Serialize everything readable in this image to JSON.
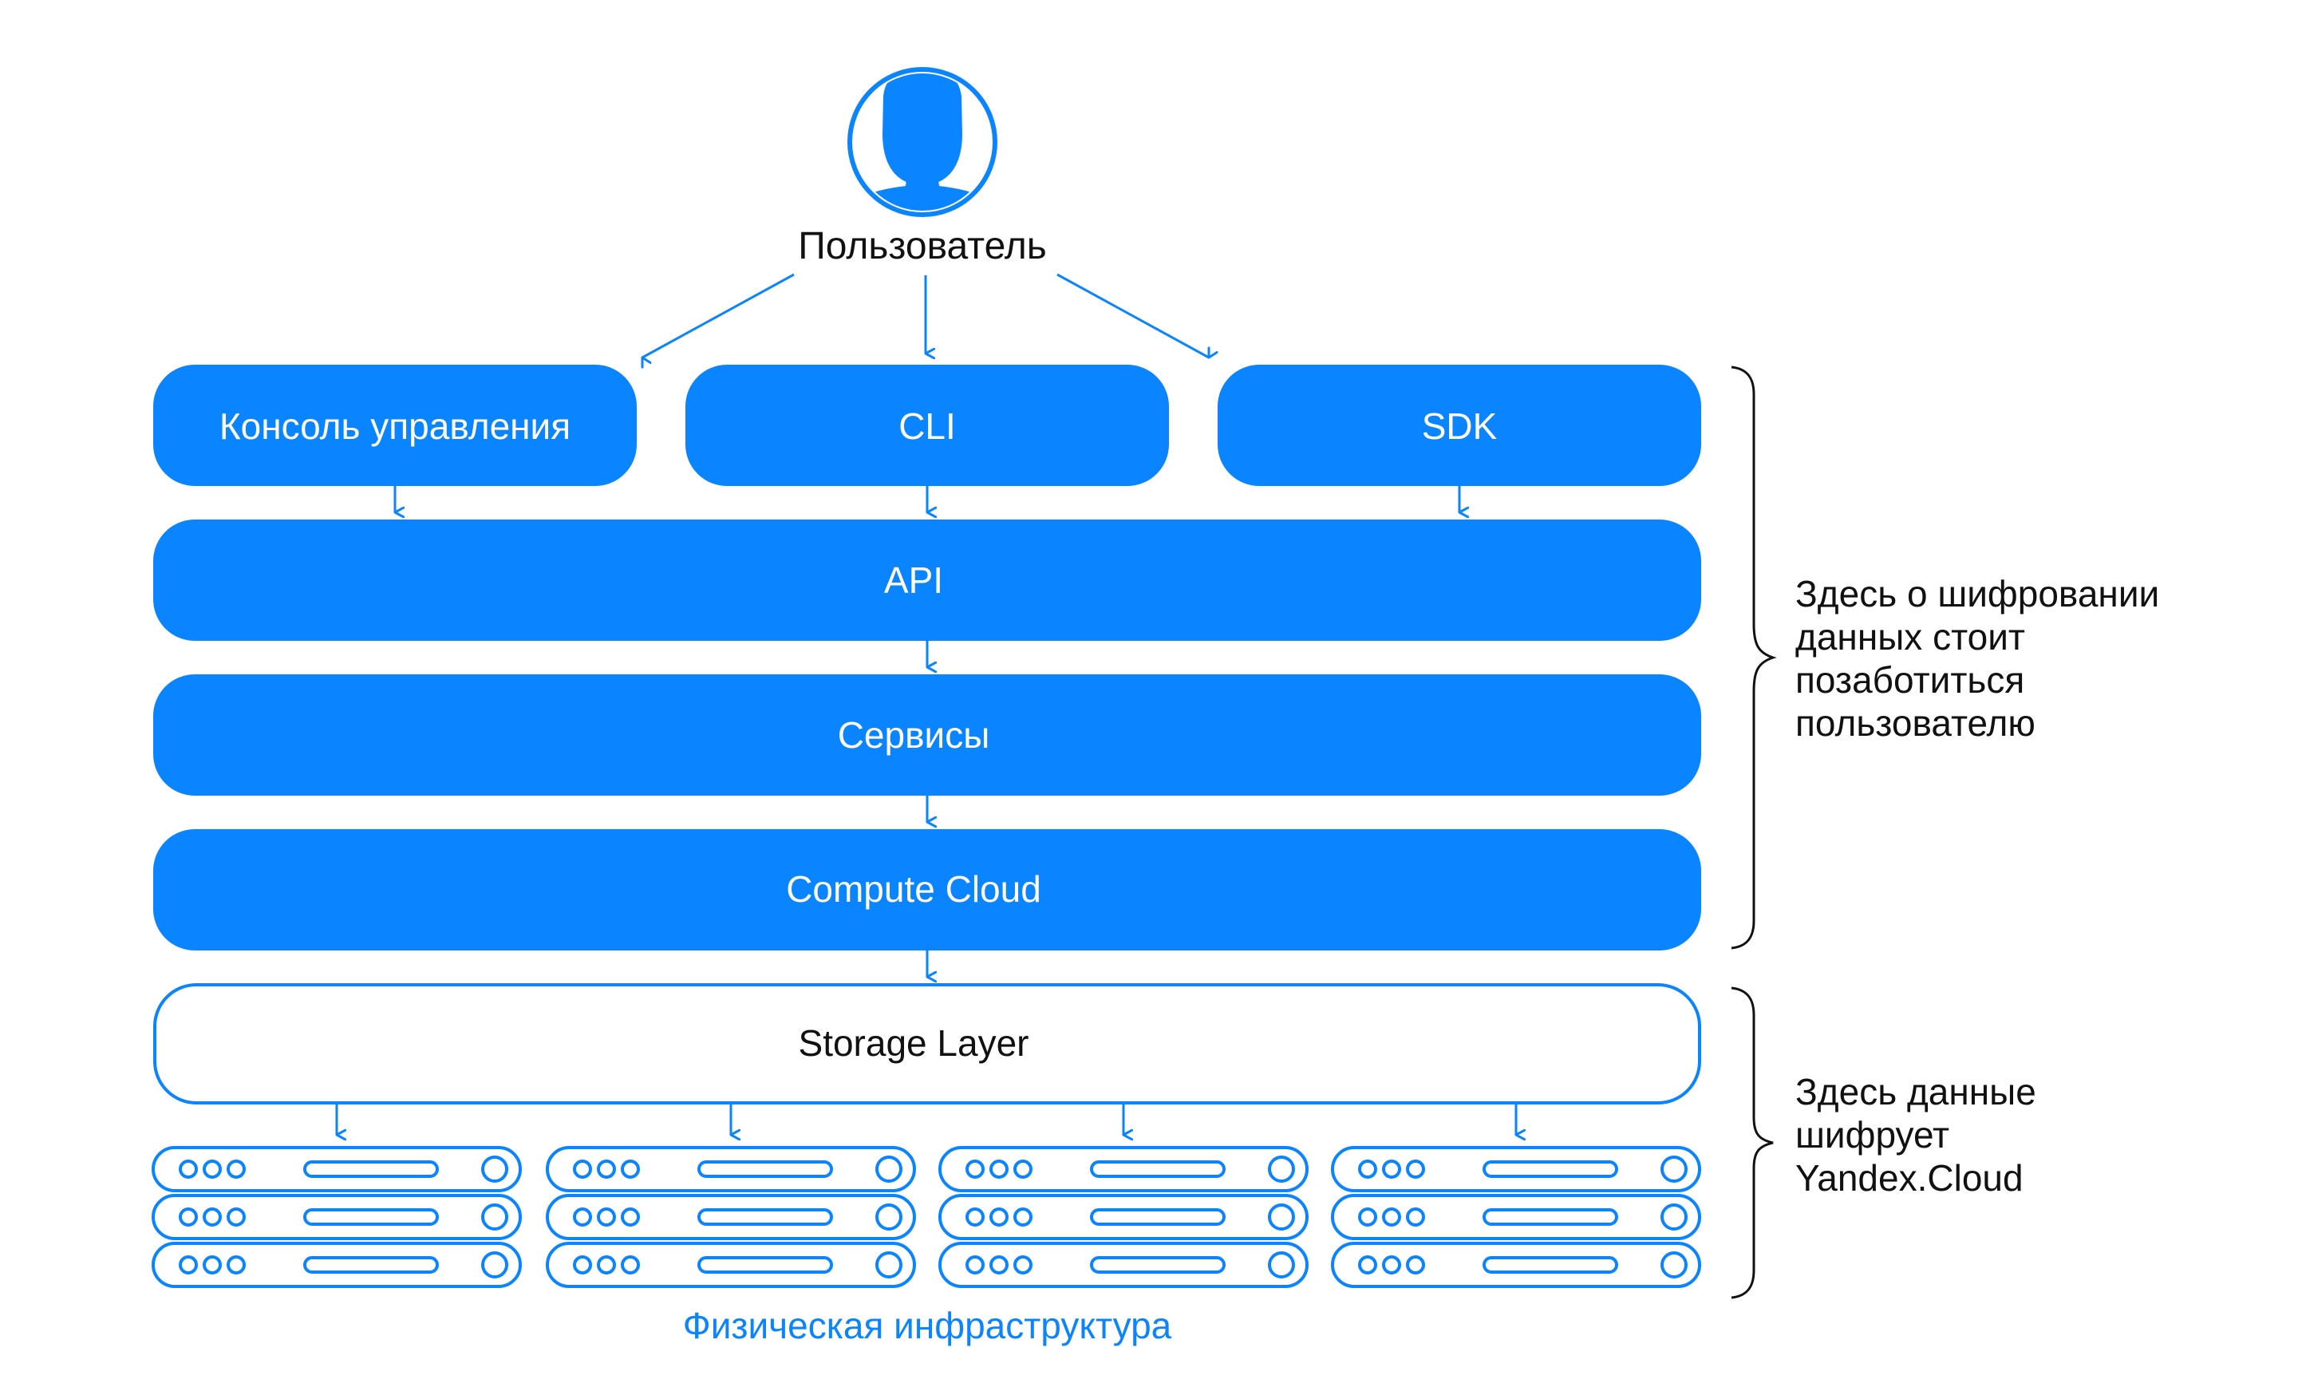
{
  "colors": {
    "primary": "#0a84ff",
    "text": "#111111",
    "background": "#ffffff"
  },
  "user": {
    "label": "Пользователь",
    "icon": "user-icon"
  },
  "clients": [
    {
      "label": "Консоль управления"
    },
    {
      "label": "CLI"
    },
    {
      "label": "SDK"
    }
  ],
  "layers": [
    {
      "label": "API"
    },
    {
      "label": "Сервисы"
    },
    {
      "label": "Compute Cloud"
    }
  ],
  "storage": {
    "label": "Storage Layer"
  },
  "infrastructure": {
    "label": "Физическая инфраструктура",
    "icon": "server-rack-icon"
  },
  "notes": {
    "user_side": [
      "Здесь о шифровании",
      "данных стоит",
      "позаботиться",
      "пользователю"
    ],
    "cloud_side": [
      "Здесь данные",
      "шифрует",
      "Yandex.Cloud"
    ]
  }
}
